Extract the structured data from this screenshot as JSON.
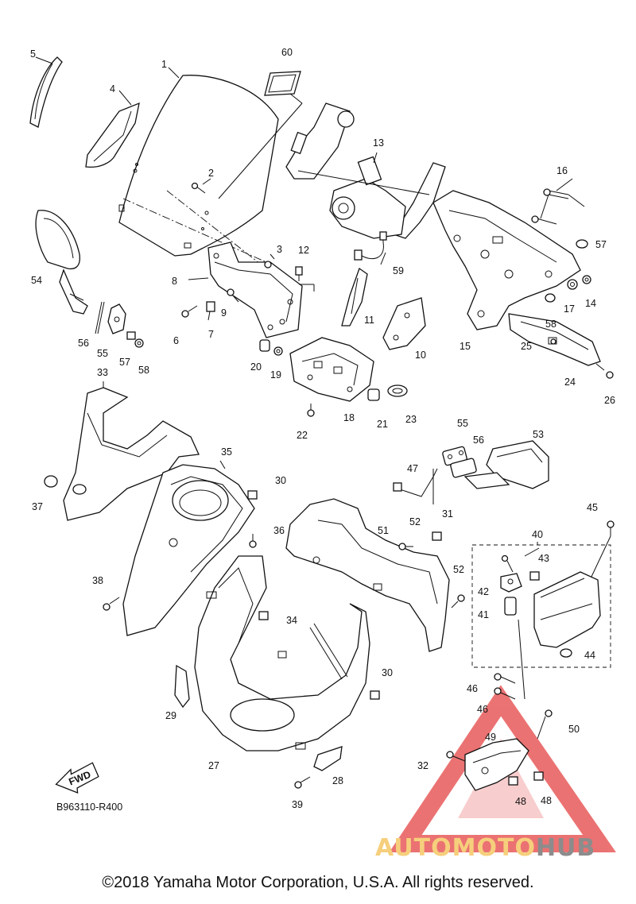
{
  "diagram": {
    "code": "B963110-R400",
    "copyright": "©2018 Yamaha Motor Corporation, U.S.A. All rights reserved.",
    "fwd_label": "FWD",
    "watermark": {
      "part1": "AUTOMOTO",
      "part2": "HUB",
      "color_triangle": "#e85a5a",
      "color_text1": "#f6cf7c",
      "color_text2": "#8c8c8c"
    },
    "labels": {
      "p1": "1",
      "p2": "2",
      "p3": "3",
      "p4": "4",
      "p5": "5",
      "p6": "6",
      "p7": "7",
      "p8": "8",
      "p9": "9",
      "p10": "10",
      "p11": "11",
      "p12": "12",
      "p13": "13",
      "p14": "14",
      "p15": "15",
      "p16": "16",
      "p17": "17",
      "p18": "18",
      "p19": "19",
      "p20": "20",
      "p21": "21",
      "p22": "22",
      "p23": "23",
      "p24": "24",
      "p25": "25",
      "p26": "26",
      "p27": "27",
      "p28": "28",
      "p29": "29",
      "p30a": "30",
      "p30b": "30",
      "p30c": "30",
      "p31": "31",
      "p32": "32",
      "p33": "33",
      "p34": "34",
      "p35": "35",
      "p36": "36",
      "p37": "37",
      "p38": "38",
      "p39": "39",
      "p40": "40",
      "p41": "41",
      "p42": "42",
      "p43": "43",
      "p44": "44",
      "p45": "45",
      "p46a": "46",
      "p46b": "46",
      "p47": "47",
      "p48a": "48",
      "p48b": "48",
      "p49": "49",
      "p50": "50",
      "p51": "51",
      "p52a": "52",
      "p52b": "52",
      "p53": "53",
      "p54": "54",
      "p55a": "55",
      "p55b": "55",
      "p56a": "56",
      "p56b": "56",
      "p57a": "57",
      "p57b": "57",
      "p58a": "58",
      "p58b": "58",
      "p59": "59",
      "p60": "60"
    }
  }
}
